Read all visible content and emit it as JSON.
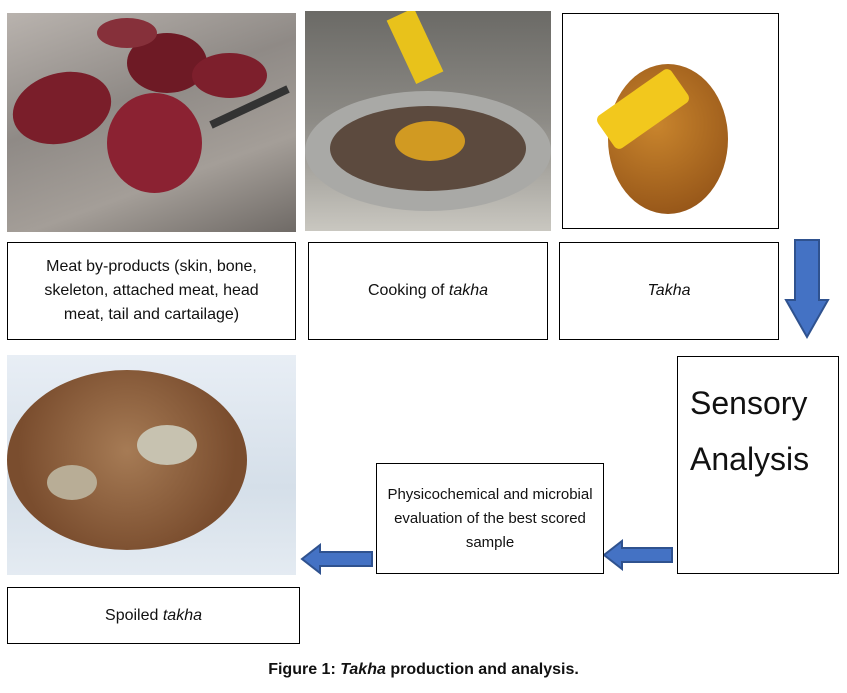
{
  "steps": {
    "meat_byproducts": "Meat by-products (skin, bone, skeleton, attached meat, head meat, tail and cartailage)",
    "cooking_prefix": "Cooking of ",
    "cooking_italic": "takha",
    "takha": "Takha",
    "sensory_line1": "Sensory",
    "sensory_line2": "Analysis",
    "physicochemical": "Physicochemical and microbial evaluation of the best scored sample",
    "spoiled_prefix": "Spoiled ",
    "spoiled_italic": "takha"
  },
  "caption": {
    "prefix": "Figure 1: ",
    "italic": "Takha",
    "suffix": " production and analysis."
  },
  "colors": {
    "arrow_fill": "#4472C4",
    "arrow_stroke": "#2F528F"
  }
}
